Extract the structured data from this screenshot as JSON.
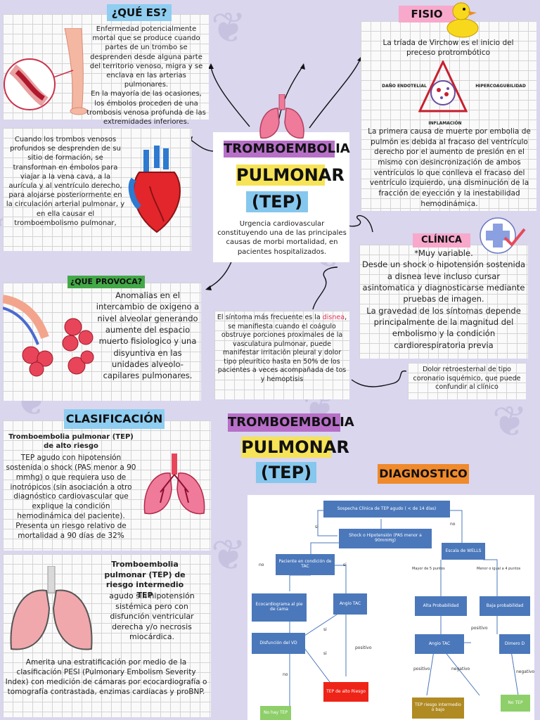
{
  "que_es": {
    "tag": "¿QUÉ ES?",
    "text": "Enfermedad potencialmente mortal que se produce cuando partes de un trombo se desprenden desde alguna parte del territorio venoso, migra y se enclava en las arterias pulmonares.\nEn la mayoría de las ocasiones, los émbolos proceden de una trombosis venosa profunda de las extremidades inferiores."
  },
  "fisio": {
    "tag": "FISIO",
    "intro": "La tríada de Virchow es el inicio del preceso protrombótico",
    "triad": [
      "DAÑO ENDOTELIAL",
      "HIPERCOAGUBILIDAD",
      "INFLAMACIÓN"
    ],
    "text": "La primera causa de muerte por embolia de pulmón es debida al fracaso del ventrículo derecho por el aumento de presión en el mismo con desincronización de ambos ventrículos lo que conlleva el fracaso del ventrículo izquierdo, una disminución de la fracción de eyección y la inestabilidad hemodinámica."
  },
  "trombos": {
    "text": "Cuando los trombos venosos profundos se desprenden de su sitio de formación, se transforman en émbolos para viajar a la vena cava, a la aurícula y al ventrículo derecho, para alojarse posteriormente en la circulación arterial pulmonar, y en ella causar el tromboembolismo pulmonar,"
  },
  "center": {
    "line1": "TROMBOEMBOLIA",
    "line2": "PULMONAR",
    "line3": "(TEP)",
    "text": "Urgencia cardiovascular constituyendo una de las principales causas de morbi mortalidad, en pacientes hospitalizados."
  },
  "clinica": {
    "tag": "CLÍNICA",
    "text": "*Muy variable.\nDesde un shock o hipotensión sostenida a disnea leve incluso cursar asintomatica y diagnosticarse mediante pruebas de imagen.\nLa gravedad de los síntomas depende principalmente de la magnitud del embolismo y la condición cardiorespiratoria previa",
    "dolor": "Dolor retroesternal de tipo coronario isquémico, que puede confundir al clínico"
  },
  "sintoma": {
    "pre": "El síntoma más frecuente es la ",
    "highlight": "disnea",
    "post": ", se manifiesta cuando el coágulo obstruye porciones proximales de la vasculatura pulmonar, puede manifestar irritación pleural y dolor tipo pleurítico hasta en 50% de los pacientes a veces acompañada de tos y hemoptisis"
  },
  "provoca": {
    "tag": "¿QUE PROVOCA?",
    "text": "Anomalias en el intercambio de oxigeno a nivel alveolar generando aumente del espacio muerto fisiologico y una disyuntiva en las unidades alveolo-capilares pulmonares."
  },
  "clasificacion": {
    "tag": "CLASIFICACIÓN",
    "alto_title": "Tromboembolia pulmonar (TEP) de alto riesgo",
    "alto_text": "TEP agudo con hipotensión sostenida o shock (PAS menor a 90 mmhg) o que requiera uso de inotrópicos (sin asociación a otro diagnóstico cardiovascular que explique la condición hemodinámica del paciente). Presenta un riesgo relativo de mortalidad a 90 días de 32%",
    "inter_title": "Tromboembolia pulmonar (TEP) de riesgo intermedio TEP",
    "inter_text": "agudo sin hipotensión sistémica pero con disfunción ventricular derecha y/o necrosis miocárdica.",
    "inter_bottom": "Amerita una estratificación por medio de la clasificación PESI (Pulmonary Embolism Severity Index) con medición de cámaras por ecocardiografía o tomografía contrastada, enzimas cardiacas y proBNP."
  },
  "title2": {
    "line1": "TROMBOEMBOLIA",
    "line2": "PULMONAR",
    "line3": "(TEP)"
  },
  "diagnostico": {
    "tag": "DIAGNOSTICO",
    "boxes": {
      "sospecha": "Sospecha Clínica de TEP agudo ( < de 14 días)",
      "shock": "Shock o Hipotensión (PAS menor a 90mmHg)",
      "wells": "Escala de WELLS",
      "condicion": "Paciente en condición de TAC",
      "eco": "Ecocardiograma al pie de cama",
      "angio1": "Angio TAC",
      "disfuncion": "Disfunción del VD",
      "alta": "Alta Probabilidad",
      "baja": "Baja probabilidad",
      "angio2": "Angio TAC",
      "dimero": "Dimero D",
      "tep_alto": "TEP de alto Riesgo",
      "no_tep1": "No hay TEP",
      "tep_inter": "TEP riesgo intermedio o bajo",
      "no_tep2": "No TEP"
    },
    "labels": {
      "si1": "si",
      "no1": "no",
      "no2": "no",
      "si2": "si",
      "mayor": "Mayor de 5 puntos",
      "menor": "Menor o igual a 4 puntos",
      "positivo1": "positivo",
      "si3": "si",
      "si4": "si",
      "positivo2": "positivo",
      "no3": "no",
      "positivo3": "positivo",
      "negativo1": "negativo",
      "negativo2": "negativo"
    }
  },
  "colors": {
    "background": "#d9d6ee",
    "tag_blue": "#8fcdf1",
    "tag_pink": "#f7a8cb",
    "tag_yellow": "#f6e357",
    "tag_green": "#43a847",
    "tag_orange": "#f08a2c",
    "band_purple": "#b76fc8",
    "band_yellow": "#f6e357",
    "band_blue": "#86c7ee",
    "flow_blue": "#4b78bb",
    "flow_red": "#ee2418",
    "flow_green": "#8ecf6a",
    "flow_olive": "#b08a22"
  }
}
